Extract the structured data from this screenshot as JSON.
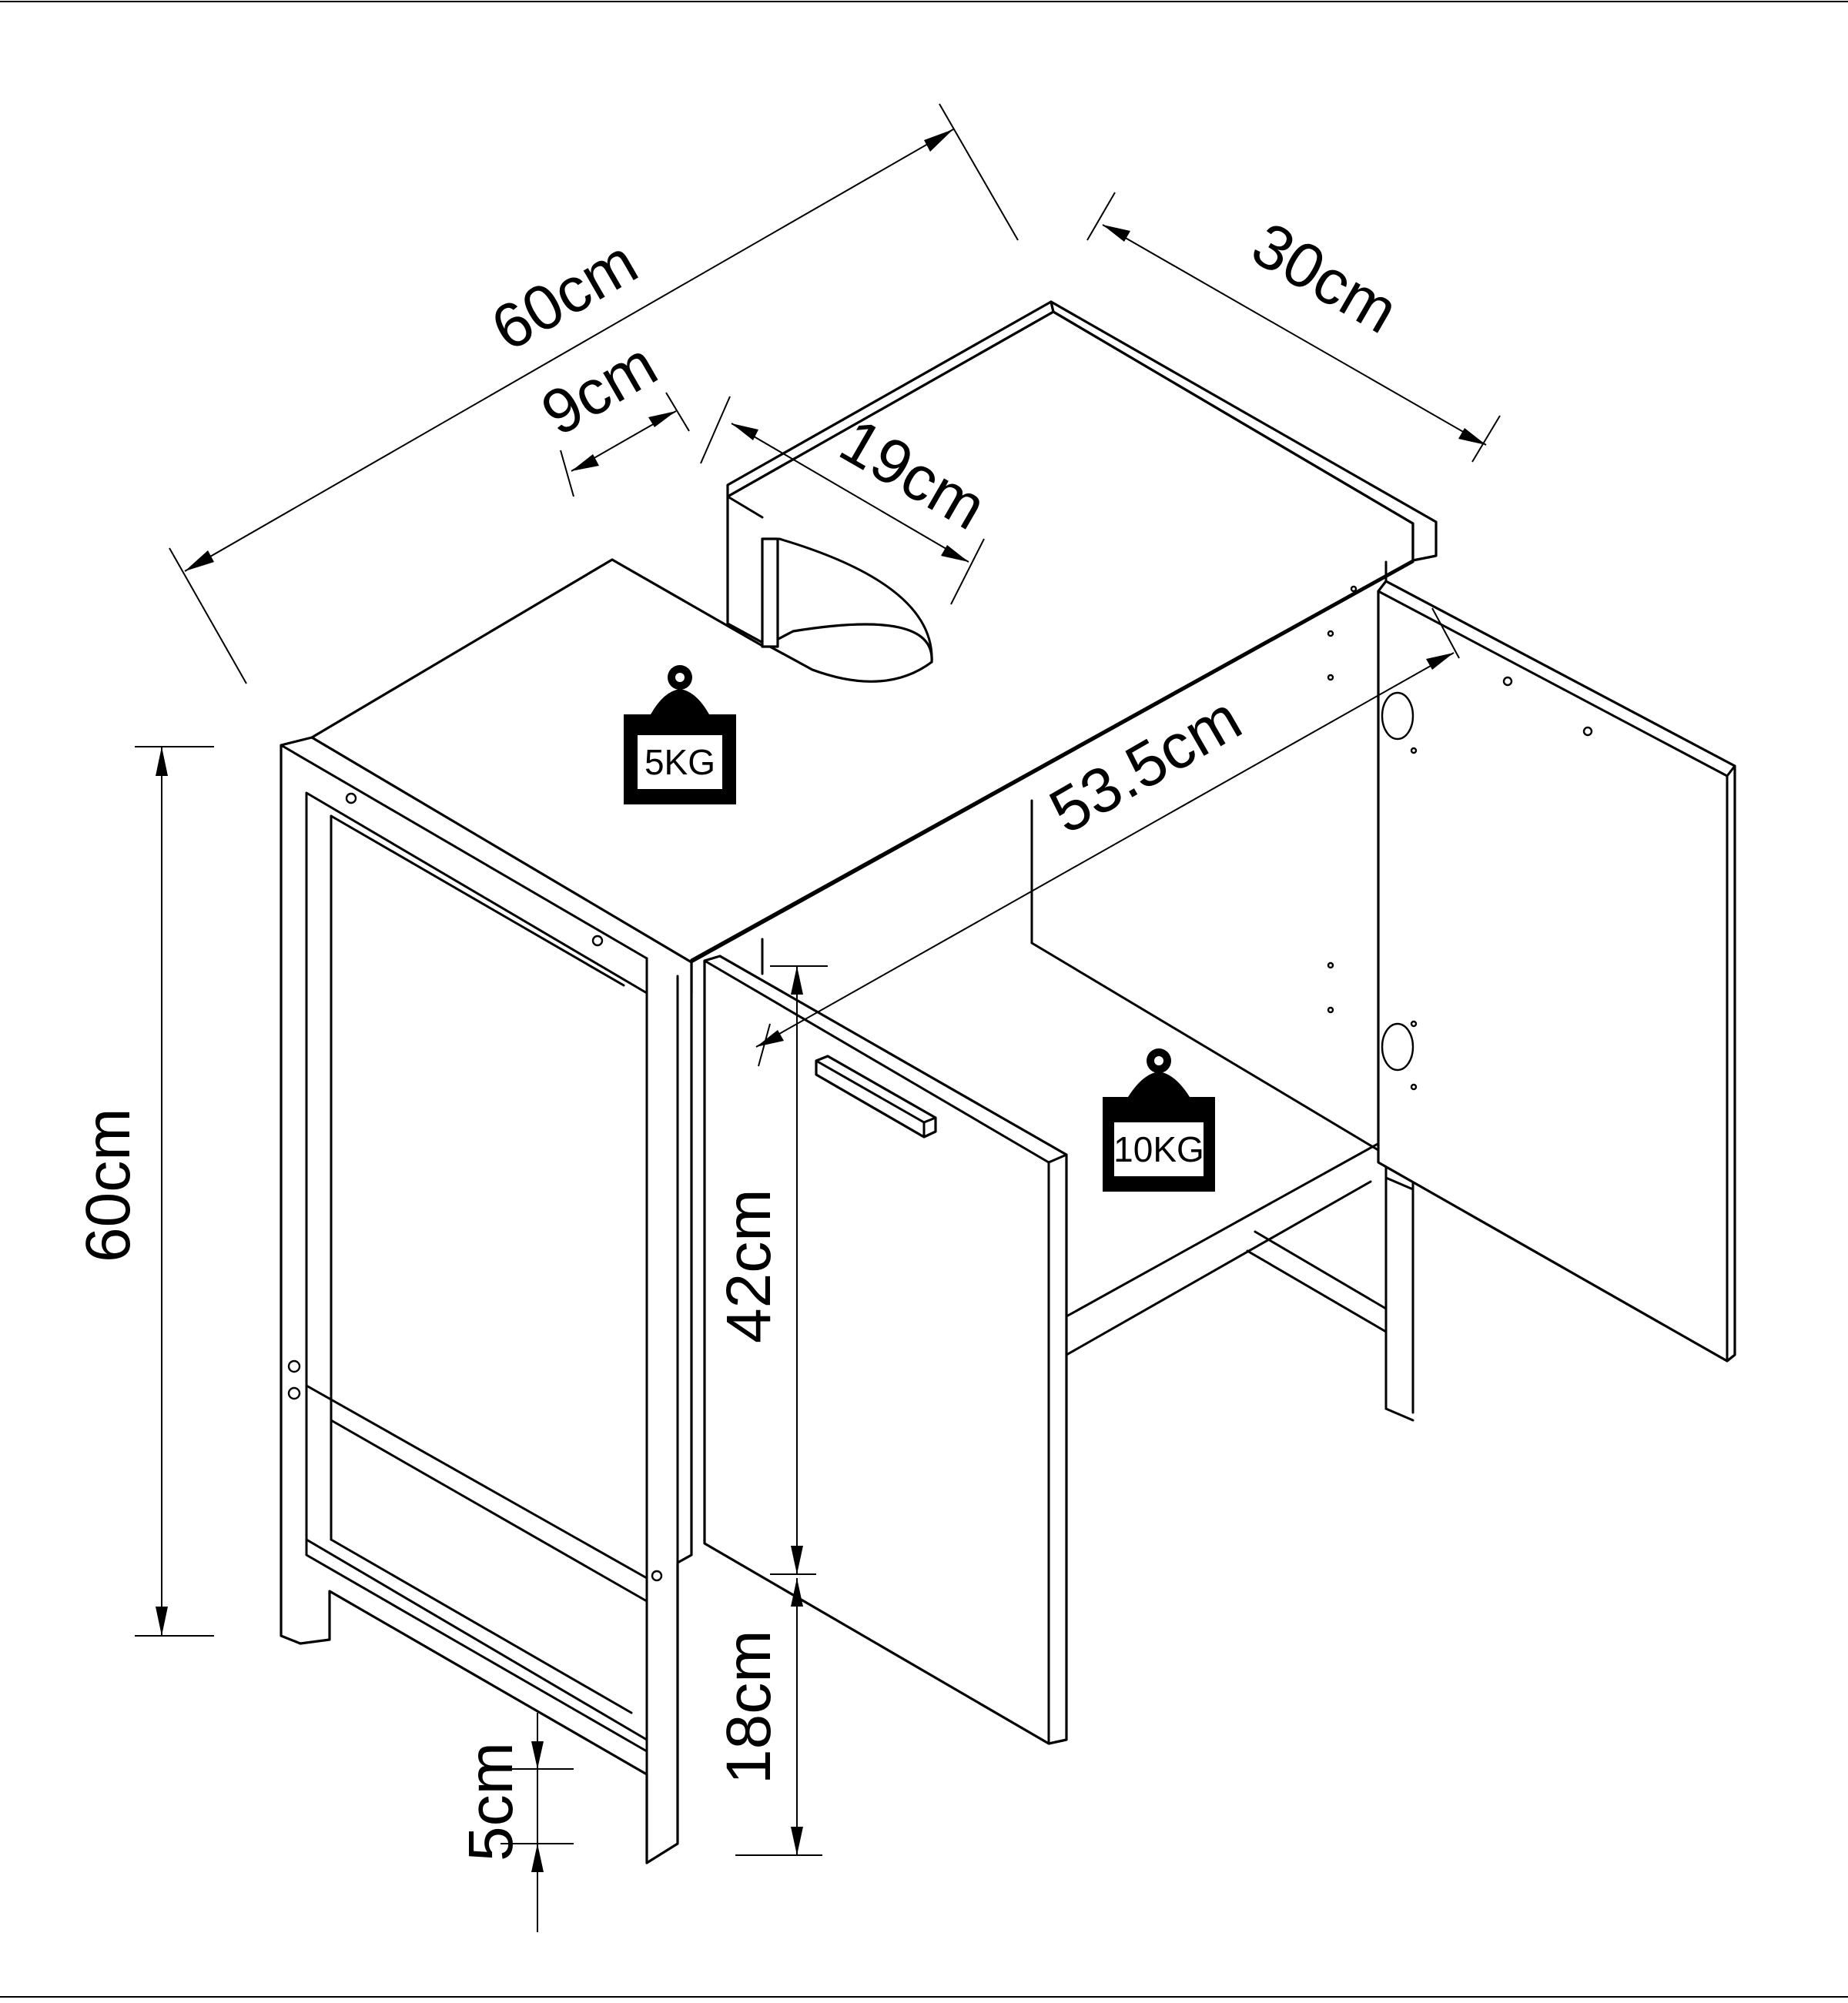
{
  "diagram": {
    "dimensions": {
      "total_width": "60cm",
      "depth": "30cm",
      "cutout_offset": "9cm",
      "cutout_width": "19cm",
      "inner_width": "53.5cm",
      "total_height": "60cm",
      "door_height": "42cm",
      "shelf_height": "18cm",
      "foot_height": "5cm"
    },
    "loads": {
      "top": "5KG",
      "shelf": "10KG"
    },
    "icons": {
      "top_weight": "weight-icon",
      "shelf_weight": "weight-icon"
    },
    "colors": {
      "line": "#000000",
      "background": "#ffffff"
    }
  }
}
